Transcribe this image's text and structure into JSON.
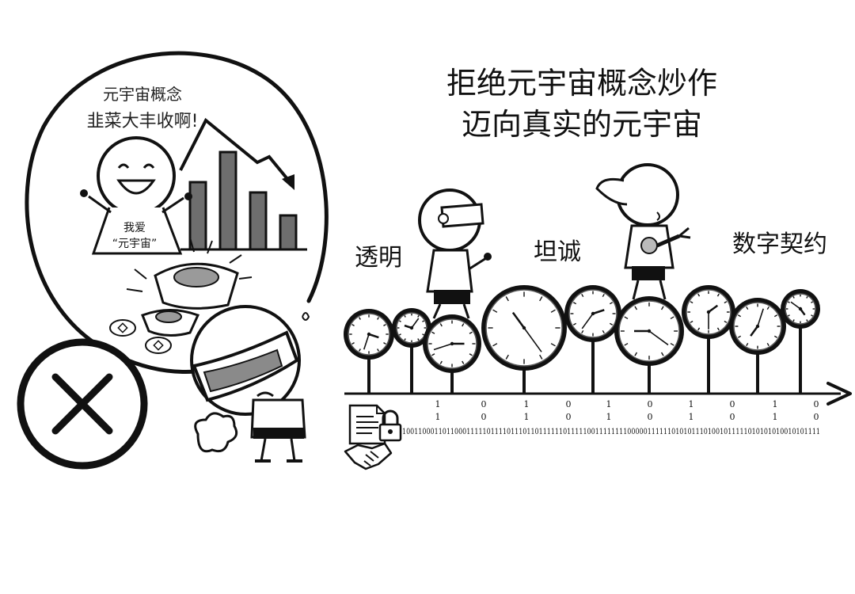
{
  "headline": {
    "line1": "拒绝元宇宙概念炒作",
    "line2": "迈向真实的元宇宙"
  },
  "thought_bubble": {
    "line1": "元宇宙概念",
    "line2": "韭菜大丰收啊!",
    "shirt_line1": "我爱",
    "shirt_line2": "“元宇宙”"
  },
  "values": {
    "transparent": "透明",
    "honest": "坦诚",
    "smart_contract": "数字契约"
  },
  "binary": {
    "top_row": [
      "1",
      "0",
      "1",
      "0",
      "1",
      "0",
      "1",
      "0",
      "1",
      "0"
    ],
    "mid_row": [
      "1",
      "0",
      "1",
      "0",
      "1",
      "0",
      "1",
      "0",
      "1",
      "0"
    ],
    "stream": "10011000110110001111101111011101101111110111110011111111000001111110101011101001011111010101010010101111"
  },
  "icons": {
    "reject": "cross-circle-icon",
    "contract": "document-icon",
    "lock": "padlock-icon",
    "handshake": "handshake-icon",
    "timeline": "arrow-right-icon",
    "clock": "clock-icon"
  },
  "colors": {
    "ink": "#111111",
    "bar_fill": "#6e6e6e",
    "paper": "#ffffff"
  }
}
